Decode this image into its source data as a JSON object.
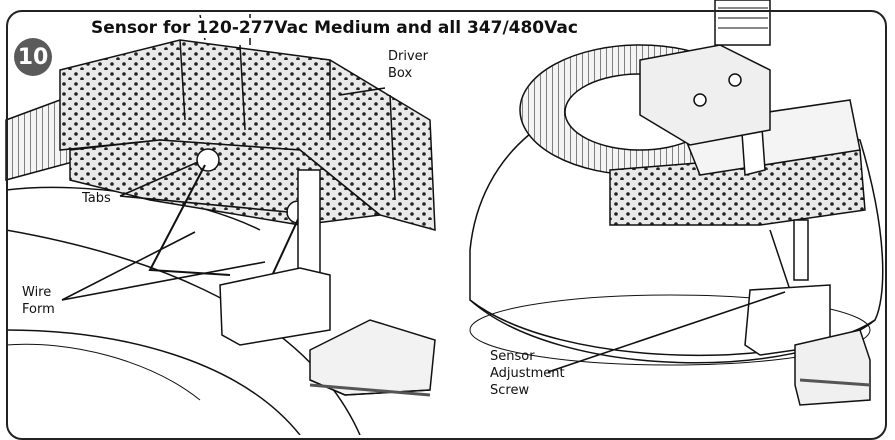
{
  "step": {
    "number": "10"
  },
  "title": "Sensor for 120-277Vac Medium and all 347/480Vac",
  "callouts": {
    "driver_box": [
      "Driver",
      "Box"
    ],
    "tabs": "Tabs",
    "wire_form": [
      "Wire",
      "Form"
    ],
    "sensor_adjustment_screw": [
      "Sensor",
      "Adjustment",
      "Screw"
    ]
  }
}
